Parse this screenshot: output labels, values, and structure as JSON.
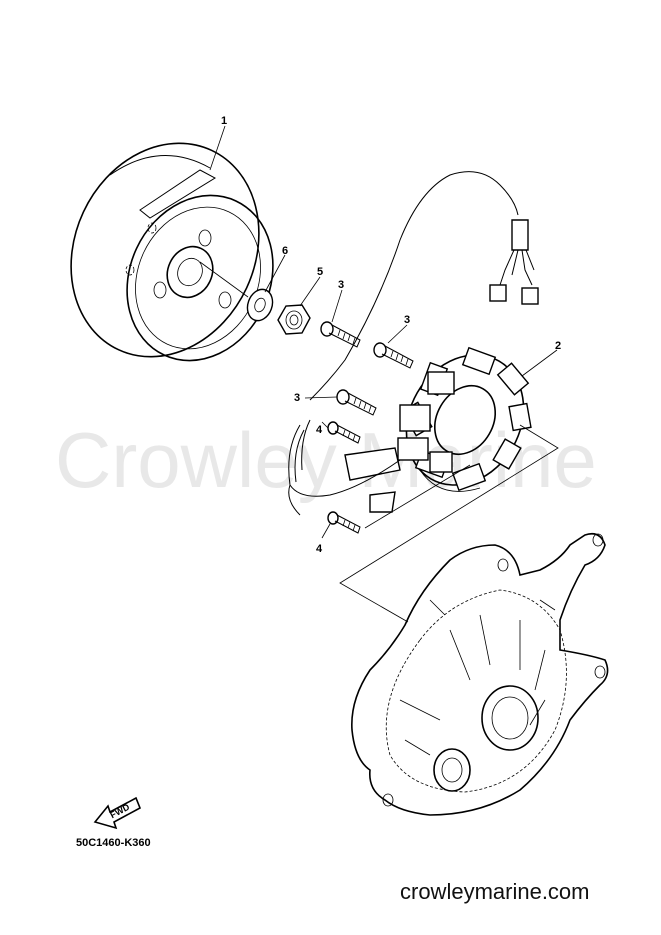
{
  "watermark": "Crowley Marine",
  "callouts": {
    "flywheel": "1",
    "stator": "2",
    "bolt_a": "3",
    "bolt_b": "3",
    "bolt_c": "3",
    "screw_a": "4",
    "screw_b": "4",
    "nut": "5",
    "washer": "6"
  },
  "fwd_label": "FWD",
  "diagram_code": "50C1460-K360",
  "site": "crowleymarine.com"
}
